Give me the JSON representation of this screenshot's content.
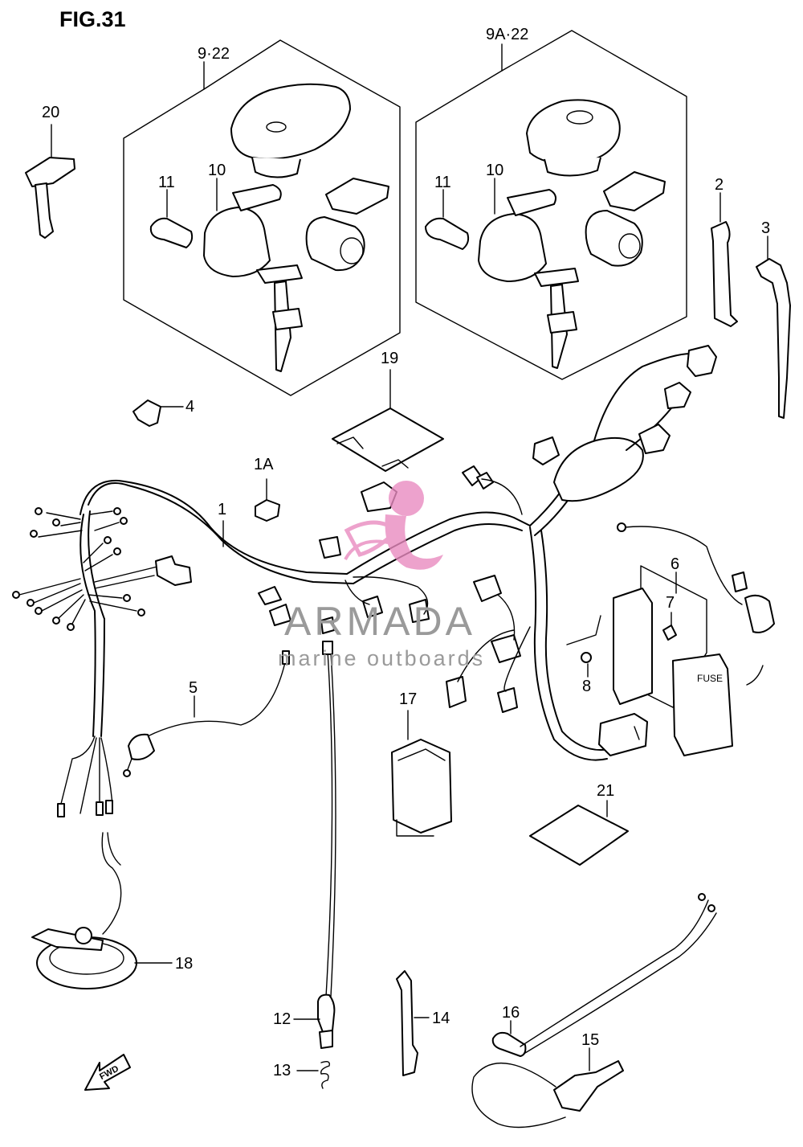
{
  "figure": {
    "title": "FIG.31"
  },
  "groups": {
    "left_kit": "9·22",
    "right_kit": "9A·22"
  },
  "callouts": {
    "c20": "20",
    "c11a": "11",
    "c10a": "10",
    "c11b": "11",
    "c10b": "10",
    "c2": "2",
    "c3": "3",
    "c4": "4",
    "c19": "19",
    "c1a": "1A",
    "c1": "1",
    "c6": "6",
    "c7": "7",
    "c8": "8",
    "c5": "5",
    "c17": "17",
    "c21": "21",
    "c18": "18",
    "c12": "12",
    "c13": "13",
    "c14": "14",
    "c16": "16",
    "c15": "15"
  },
  "labels": {
    "fuse": "FUSE",
    "fwd": "FWD"
  },
  "watermark": {
    "brand": "ARMADA",
    "tagline": "marine outboards",
    "accent_color": "#e98bc0"
  }
}
